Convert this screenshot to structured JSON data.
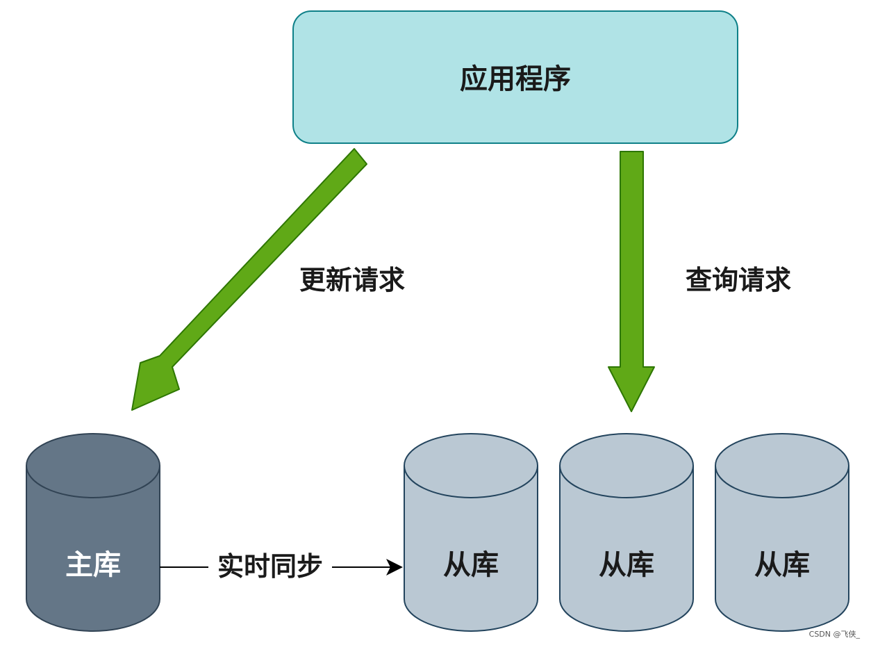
{
  "app": {
    "label": "应用程序"
  },
  "arrows": {
    "update": "更新请求",
    "query": "查询请求",
    "sync": "实时同步"
  },
  "master": {
    "label": "主库"
  },
  "slaves": [
    {
      "label": "从库"
    },
    {
      "label": "从库"
    },
    {
      "label": "从库"
    }
  ],
  "watermark": "CSDN @飞侠_",
  "colors": {
    "app_fill": "#b0e3e6",
    "app_stroke": "#0e8088",
    "arrow_fill": "#60a917",
    "arrow_stroke": "#2d7600",
    "master_fill": "#647687",
    "master_stroke": "#314354",
    "slave_fill": "#bac8d3",
    "slave_stroke": "#23445d"
  }
}
